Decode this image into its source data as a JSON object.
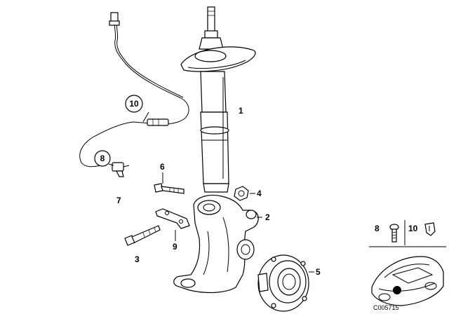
{
  "callouts": {
    "c1": "1",
    "c2": "2",
    "c3": "3",
    "c4": "4",
    "c5": "5",
    "c6": "6",
    "c7": "7",
    "c8": "8",
    "c9": "9",
    "c10": "10"
  },
  "legend": {
    "item_8": "8",
    "item_10": "10"
  },
  "reference": "C005715"
}
